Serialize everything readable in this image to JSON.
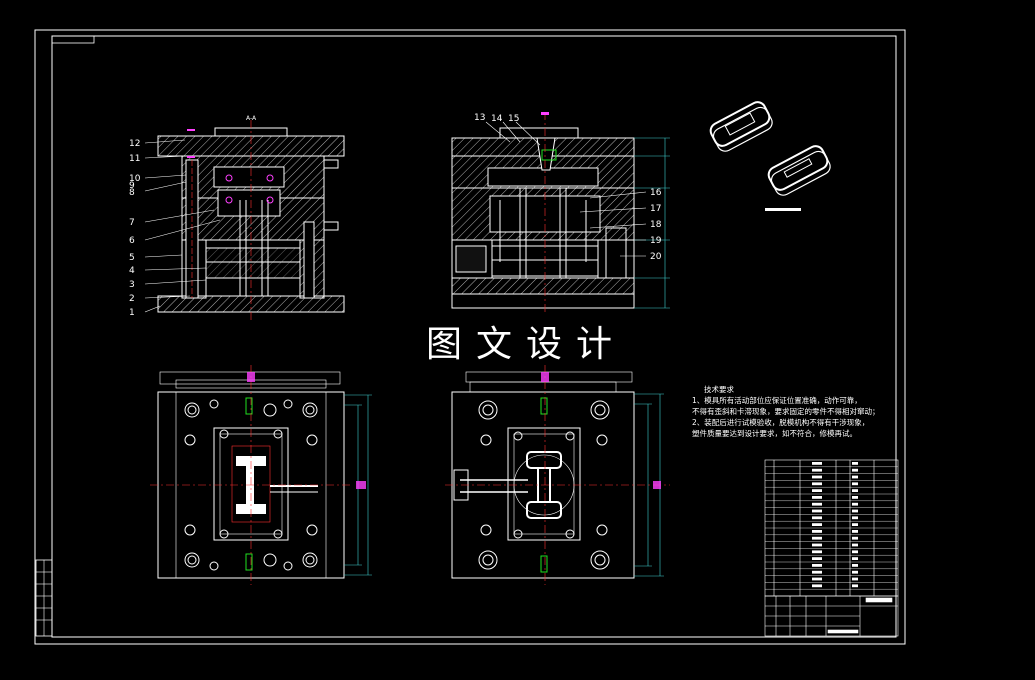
{
  "watermark": "图文设计",
  "callouts_left": [
    "12",
    "11",
    "10",
    "9",
    "8",
    "7",
    "6",
    "5",
    "4",
    "3",
    "2",
    "1"
  ],
  "callouts_right_top": [
    "13",
    "14",
    "15"
  ],
  "callouts_right_side": [
    "16",
    "17",
    "18",
    "19",
    "20"
  ],
  "section_label": "A-A",
  "tech_requirements": {
    "title": "技术要求",
    "lines": [
      "1、模具所有活动部位应保证位置准确，动作可靠，",
      "不得有歪斜和卡滞现象，要求固定的零件不得相对窜动；",
      "2、装配后进行试模验收，脱模机构不得有干涉现象，",
      "塑件质量要达到设计要求，如不符合，修模再试。"
    ]
  },
  "colors": {
    "line": "#ffffff",
    "hatch": "#ffffff",
    "centerline": "#ff3030",
    "dimension": "#3fd0d0",
    "accent": "#ff40ff",
    "green": "#20e020",
    "yellow": "#ffff40"
  }
}
